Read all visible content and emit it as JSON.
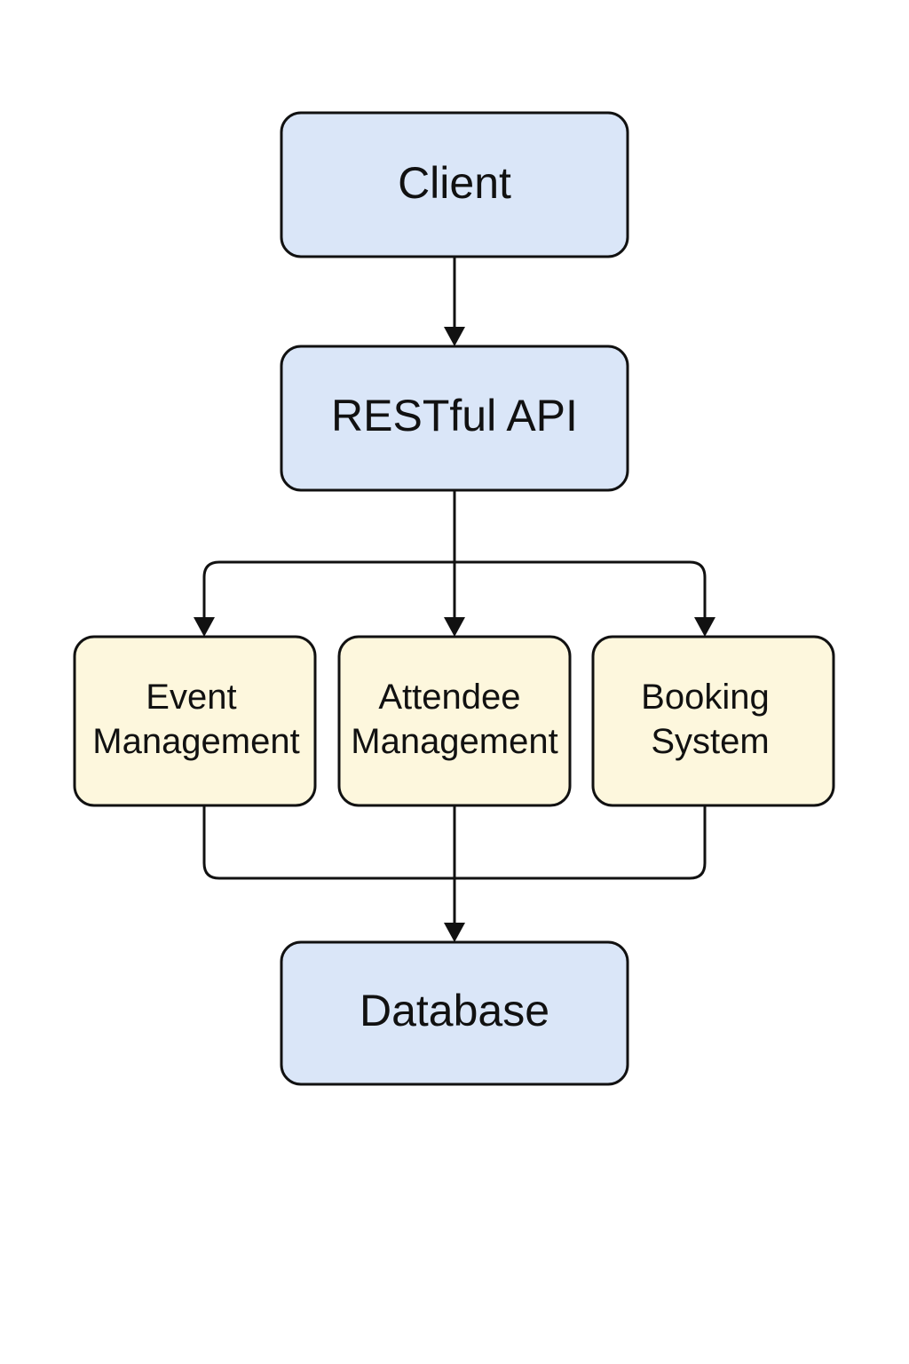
{
  "diagram": {
    "nodes": {
      "client": {
        "label": "Client"
      },
      "api": {
        "label": "RESTful API"
      },
      "event_management": {
        "lines": [
          "Event",
          "Management"
        ]
      },
      "attendee_management": {
        "lines": [
          "Attendee",
          "Management"
        ]
      },
      "booking_system": {
        "lines": [
          "Booking",
          "System"
        ]
      },
      "database": {
        "label": "Database"
      }
    },
    "colors": {
      "primary_fill": "#dae6f8",
      "secondary_fill": "#fdf7dd",
      "stroke": "#111111"
    }
  }
}
